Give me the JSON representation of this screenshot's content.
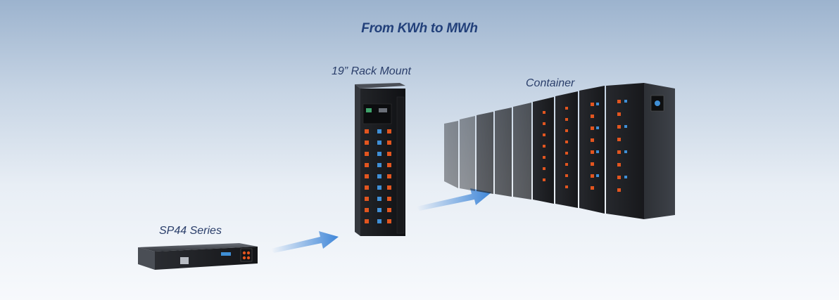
{
  "banner": {
    "headline": "From KWh to MWh",
    "products": [
      {
        "name": "SP44 Series",
        "icon": "rack-server-unit-image"
      },
      {
        "name": "19” Rack Mount",
        "icon": "rack-cabinet-image"
      },
      {
        "name": "Container",
        "icon": "container-cabinets-image"
      }
    ],
    "colors": {
      "headline": "#22407a",
      "label": "#2a3e6a",
      "battery_module": "#e2551f",
      "connector": "#3f8fd6",
      "arrow": "#3f86d8",
      "cabinet": "#1d1f24"
    }
  }
}
